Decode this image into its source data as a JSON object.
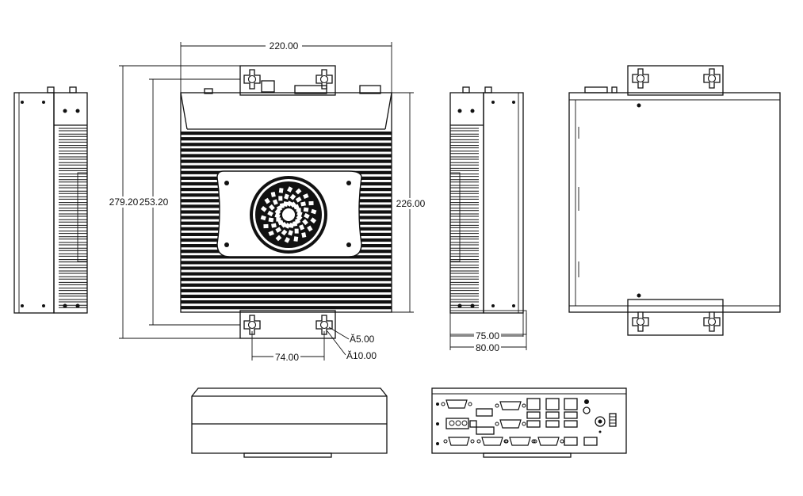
{
  "drawing": {
    "dimensions": {
      "width_top": "220.00",
      "height_total": "279.20",
      "height_mount": "253.20",
      "height_body": "226.00",
      "hole_spacing": "74.00",
      "hole_small": "Ă5.00",
      "hole_large": "Ă10.00",
      "depth_body": "75.00",
      "depth_total": "80.00"
    }
  }
}
